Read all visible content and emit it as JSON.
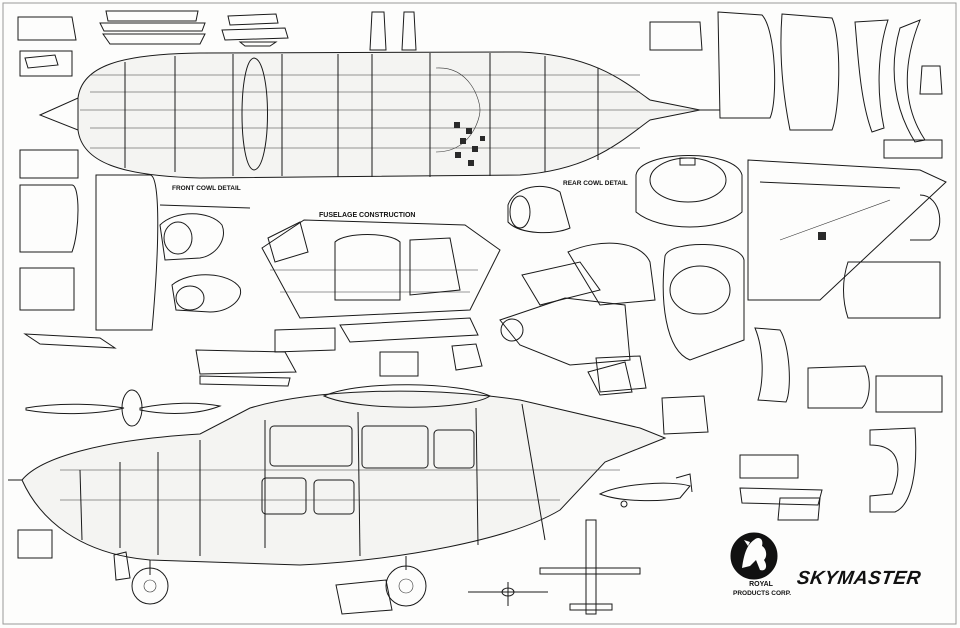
{
  "titles": {
    "front_cowl": "FRONT COWL DETAIL",
    "rear_cowl": "REAR COWL DETAIL",
    "fuselage": "FUSELAGE CONSTRUCTION"
  },
  "brand": {
    "model": "SKYMASTER",
    "maker_line1": "ROYAL",
    "maker_line2": "PRODUCTS CORP."
  },
  "colors": {
    "ink": "#1a1a1a",
    "paper": "#fdfdfc"
  },
  "icons": {
    "logo": "rearing-lion-emblem"
  }
}
